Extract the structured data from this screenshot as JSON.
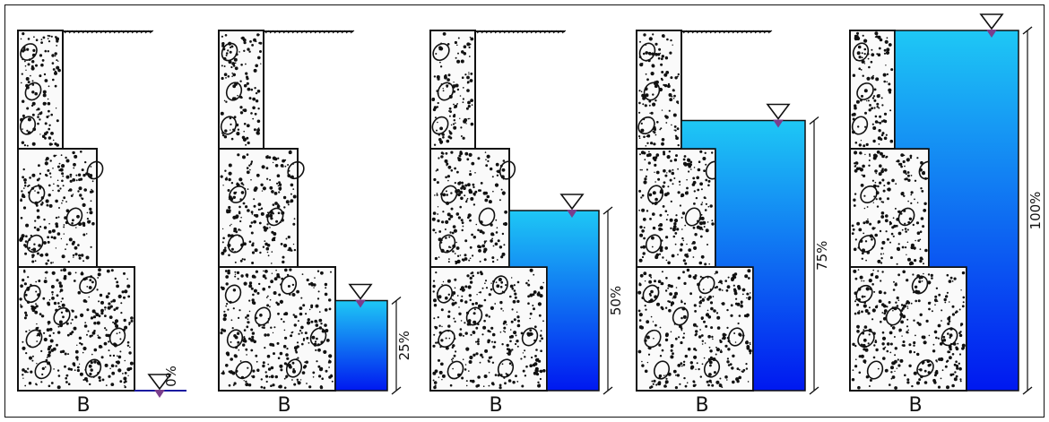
{
  "figure": {
    "colors": {
      "background": "#ffffff",
      "concrete": "#fafafa",
      "outline": "#111111",
      "water_top": "#1ec8f5",
      "water_bottom": "#0018f0",
      "marker": "#7a3e8c"
    },
    "panels": [
      {
        "id": "p0",
        "fill_fraction": 0.0,
        "level_label": "0%",
        "base_label": "B"
      },
      {
        "id": "p25",
        "fill_fraction": 0.25,
        "level_label": "25%",
        "base_label": "B"
      },
      {
        "id": "p50",
        "fill_fraction": 0.5,
        "level_label": "50%",
        "base_label": "B"
      },
      {
        "id": "p75",
        "fill_fraction": 0.75,
        "level_label": "75%",
        "base_label": "B"
      },
      {
        "id": "p100",
        "fill_fraction": 1.0,
        "level_label": "100%",
        "base_label": "B"
      }
    ]
  }
}
